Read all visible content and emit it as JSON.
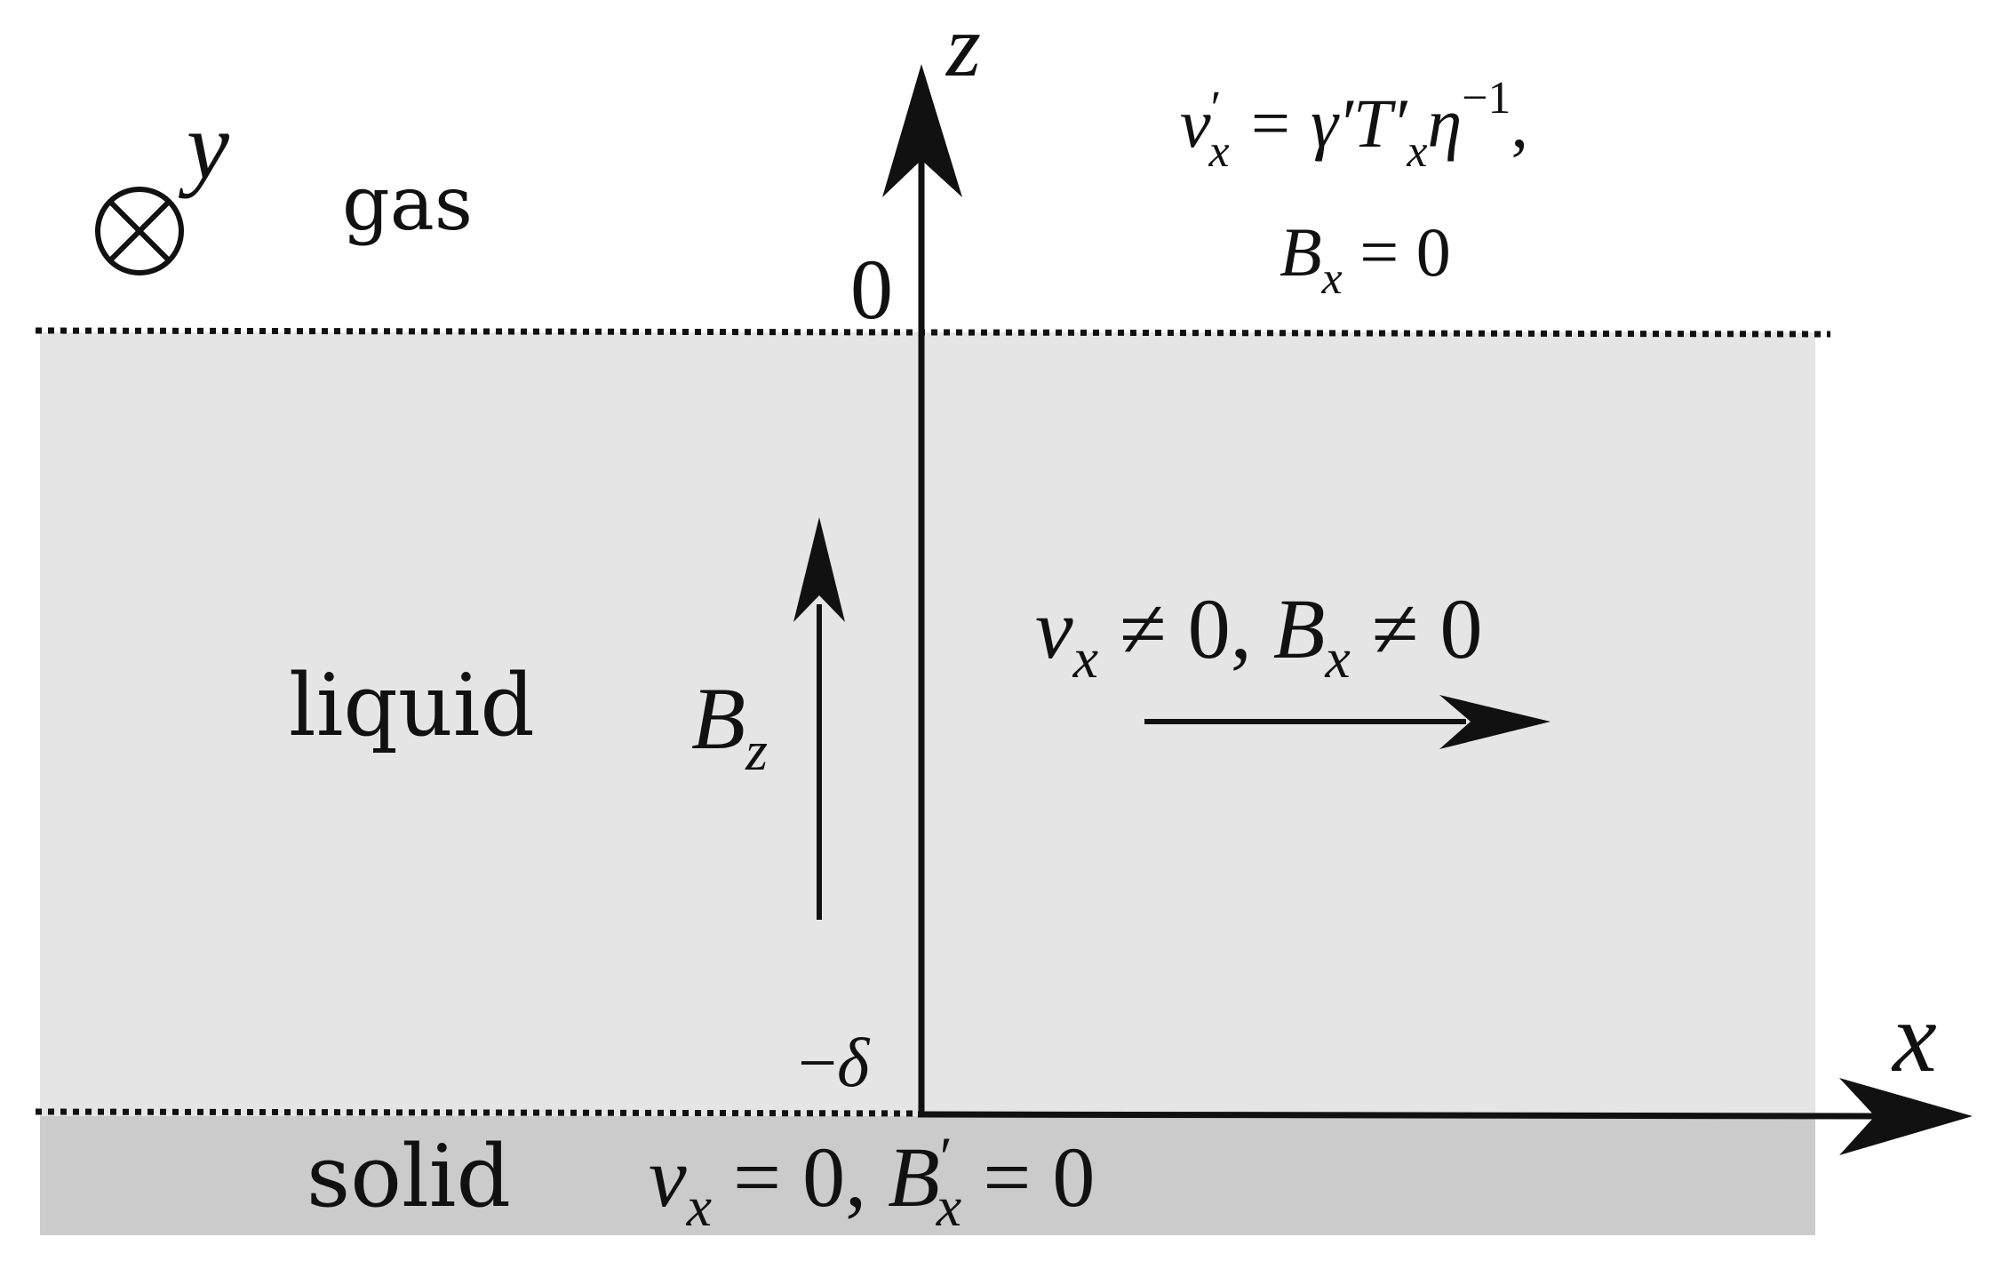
{
  "regions": {
    "gas": "gas",
    "liquid": "liquid",
    "solid": "solid"
  },
  "axes": {
    "z_label": "z",
    "x_label": "x",
    "y_label": "y",
    "zero_label": "0",
    "minus_delta": {
      "minus": "−",
      "delta": "δ"
    }
  },
  "top_bc": {
    "line1": {
      "v": "v",
      "prime": "′",
      "sub": "x",
      "eq": " = γ′T′",
      "sub2": "x",
      "eta": "η",
      "sup": "−1",
      "comma": ","
    },
    "line2": {
      "B": "B",
      "sub": "x",
      "eq": " = 0"
    }
  },
  "field_label": {
    "B": "B",
    "sub": "z"
  },
  "liquid_eq": {
    "v": "v",
    "sub1": "x",
    "mid": " ≠ 0, ",
    "B": "B",
    "sub2": "x",
    "end": " ≠ 0"
  },
  "bottom_bc": {
    "v": "v",
    "sub1": "x",
    "mid": " = 0, ",
    "B": "B",
    "prime": "′",
    "sub2": "x",
    "end": " = 0"
  },
  "colors": {
    "liquid": "#e5e5e5",
    "solid": "#cbcbcb",
    "ink": "#111111"
  }
}
